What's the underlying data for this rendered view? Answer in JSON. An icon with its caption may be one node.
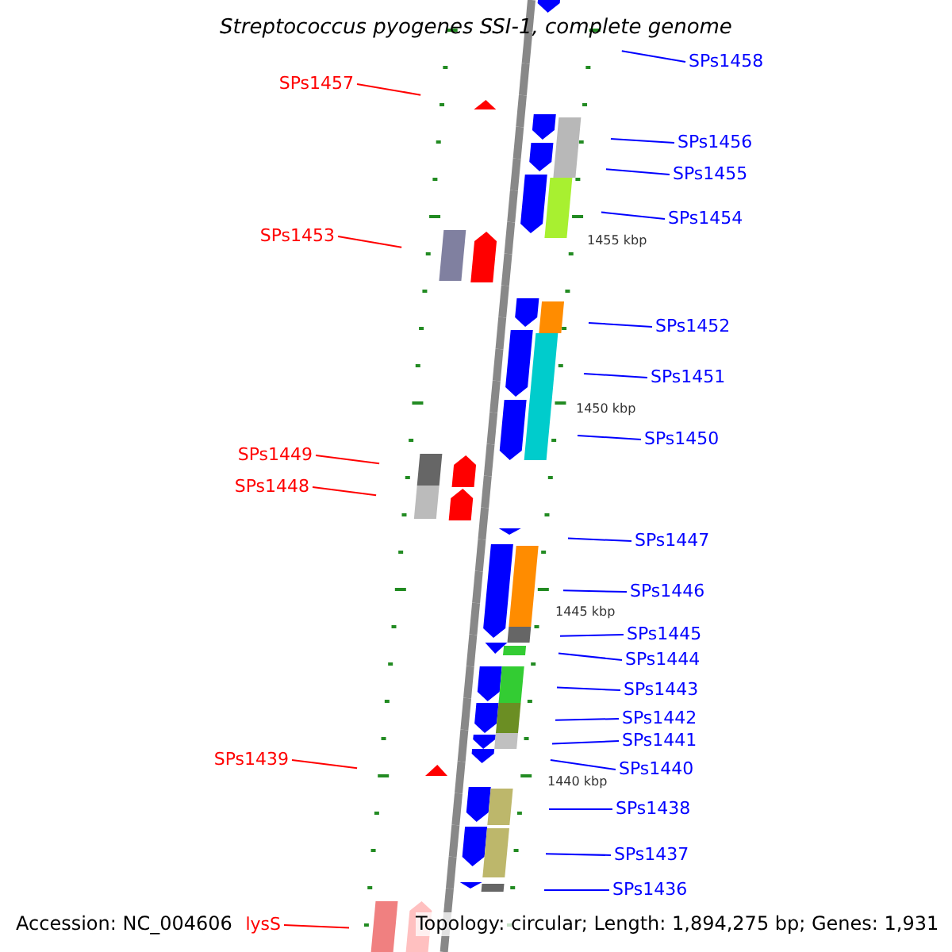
{
  "diagram": {
    "title": "Streptococcus pyogenes SSI-1, complete genome",
    "nodes": [
      {
        "text": [
          "SPs1458"
        ]
      },
      {
        "text": [
          "SPs1457"
        ]
      },
      {
        "text": [
          "SPs1456"
        ]
      },
      {
        "text": [
          "SPs1455"
        ]
      },
      {
        "text": [
          "SPs1454"
        ]
      },
      {
        "text": [
          "SPs1453"
        ]
      },
      {
        "text": [
          "SPs1452"
        ]
      },
      {
        "text": [
          "SPs1451"
        ]
      },
      {
        "text": [
          "SPs1450"
        ]
      },
      {
        "text": [
          "SPs1449"
        ]
      },
      {
        "text": [
          "SPs1448"
        ]
      },
      {
        "text": [
          "SPs1447"
        ]
      },
      {
        "text": [
          "SPs1446"
        ]
      },
      {
        "text": [
          "SPs1445"
        ]
      },
      {
        "text": [
          "SPs1444"
        ]
      },
      {
        "text": [
          "SPs1443"
        ]
      },
      {
        "text": [
          "SPs1442"
        ]
      },
      {
        "text": [
          "SPs1441"
        ]
      },
      {
        "text": [
          "SPs1439"
        ]
      },
      {
        "text": [
          "SPs1440"
        ]
      },
      {
        "text": [
          "SPs1438"
        ]
      },
      {
        "text": [
          "SPs1437"
        ]
      },
      {
        "text": [
          "SPs1436"
        ]
      },
      {
        "text": [
          "lysS"
        ]
      }
    ],
    "edges": [
      {
        "from": 0,
        "to": null,
        "arrow": "none"
      },
      {
        "from": 1,
        "to": null,
        "arrow": "none",
        "color": "#ff0000"
      },
      {
        "from": 2,
        "to": null,
        "arrow": "none"
      },
      {
        "from": 3,
        "to": null,
        "arrow": "none"
      },
      {
        "from": 4,
        "to": null,
        "arrow": "none"
      },
      {
        "from": 5,
        "to": null,
        "arrow": "none",
        "color": "#ff0000"
      },
      {
        "from": 6,
        "to": null,
        "arrow": "none"
      },
      {
        "from": 7,
        "to": null,
        "arrow": "none"
      },
      {
        "from": 8,
        "to": null,
        "arrow": "none"
      },
      {
        "from": 9,
        "to": null,
        "arrow": "none",
        "color": "#ff0000"
      },
      {
        "from": 10,
        "to": null,
        "arrow": "none",
        "color": "#ff0000"
      },
      {
        "from": 11,
        "to": null,
        "arrow": "none"
      },
      {
        "from": 12,
        "to": null,
        "arrow": "none"
      },
      {
        "from": 13,
        "to": null,
        "arrow": "none"
      },
      {
        "from": 14,
        "to": null,
        "arrow": "none"
      },
      {
        "from": 15,
        "to": null,
        "arrow": "none"
      },
      {
        "from": 16,
        "to": null,
        "arrow": "none"
      },
      {
        "from": 17,
        "to": null,
        "arrow": "none"
      },
      {
        "from": 18,
        "to": null,
        "arrow": "none",
        "color": "#ff0000"
      },
      {
        "from": 19,
        "to": null,
        "arrow": "none"
      },
      {
        "from": 20,
        "to": null,
        "arrow": "none"
      },
      {
        "from": 21,
        "to": null,
        "arrow": "none"
      },
      {
        "from": 22,
        "to": null,
        "arrow": "none"
      },
      {
        "from": 23,
        "to": null,
        "arrow": "none",
        "color": "#ff0000"
      }
    ],
    "labels": [
      "1455 kbp",
      "1450 kbp",
      "1445 kbp",
      "1440 kbp",
      "Accession: NC_004606",
      "Topology: circular; Length: 1,894,275 bp; Genes: 1,931"
    ]
  }
}
